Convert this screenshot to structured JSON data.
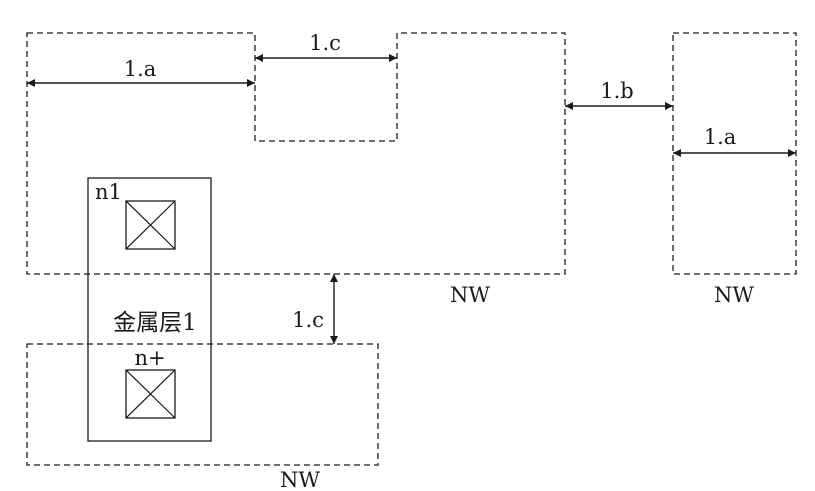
{
  "dimensions": {
    "left_width": "1.a",
    "notch_spacing": "1.c",
    "well_spacing": "1.b",
    "right_width": "1.a",
    "vertical_spacing": "1.c"
  },
  "labels": {
    "contact_top": "n1",
    "contact_bottom": "n+",
    "metal": "金属层1"
  },
  "regions": {
    "main_well": "NW",
    "right_well": "NW",
    "bottom_well": "NW"
  }
}
